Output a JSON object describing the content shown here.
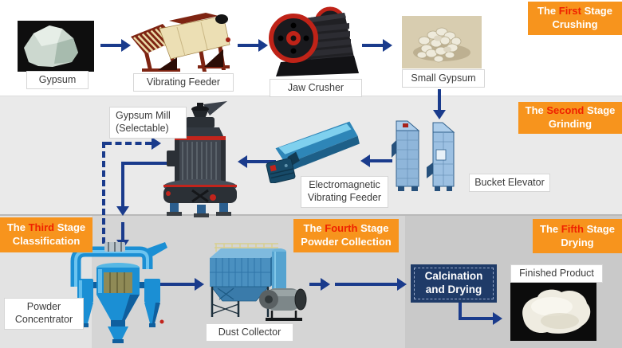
{
  "stages": {
    "first": {
      "pre": "The",
      "hl": "First",
      "post": "Stage",
      "line2": "Crushing"
    },
    "second": {
      "pre": "The",
      "hl": "Second",
      "post": "Stage",
      "line2": "Grinding"
    },
    "third": {
      "pre": "The",
      "hl": "Third",
      "post": "Stage",
      "line2": "Classification"
    },
    "fourth": {
      "pre": "The",
      "hl": "Fourth",
      "post": "Stage",
      "line2": "Powder Collection"
    },
    "fifth": {
      "pre": "The",
      "hl": "Fifth",
      "post": "Stage",
      "line2": "Drying"
    }
  },
  "nodes": {
    "gypsum": {
      "label": "Gypsum"
    },
    "vibrating_feeder": {
      "label": "Vibrating Feeder"
    },
    "jaw_crusher": {
      "label": "Jaw Crusher"
    },
    "small_gypsum": {
      "label": "Small Gypsum"
    },
    "bucket_elevator": {
      "label": "Bucket Elevator"
    },
    "electromagnetic_feeder": {
      "line1": "Electromagnetic",
      "line2": "Vibrating Feeder"
    },
    "gypsum_mill": {
      "line1": "Gypsum Mill",
      "line2": "(Selectable)"
    },
    "powder_concentrator": {
      "line1": "Powder",
      "line2": "Concentrator"
    },
    "dust_collector": {
      "label": "Dust Collector"
    },
    "calcination": {
      "line1": "Calcination",
      "line2": "and Drying"
    },
    "finished_product": {
      "label": "Finished Product"
    }
  },
  "colors": {
    "stage_badge": "#F7941D",
    "stage_keyword": "#EF2200",
    "arrow": "#1A3B8C",
    "calcination_box": "#1F3B68"
  }
}
